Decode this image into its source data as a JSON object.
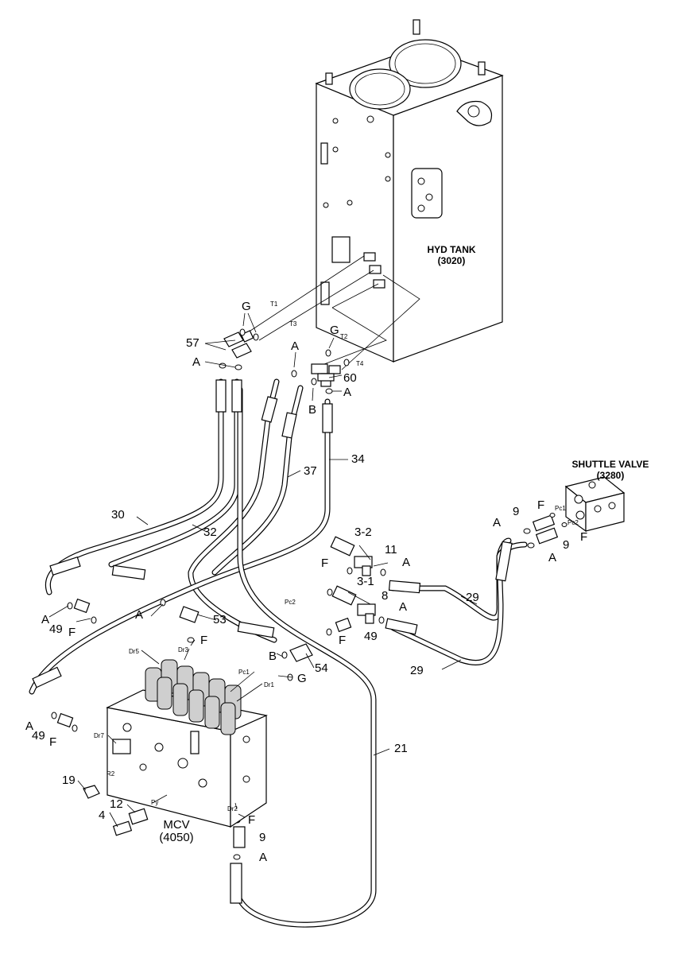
{
  "components": {
    "tank_name": "HYD TANK",
    "tank_code": "(3020)",
    "shuttle_name": "SHUTTLE VALVE",
    "shuttle_code": "(3280)",
    "mcv_name": "MCV",
    "mcv_code": "(4050)"
  },
  "callouts": {
    "c_G1": "G",
    "c_T1": "T1",
    "c_T3": "T3",
    "c_G2": "G",
    "c_T2": "T2",
    "c_T4": "T4",
    "c_57": "57",
    "c_A1": "A",
    "c_A2": "A",
    "c_60": "60",
    "c_A3": "A",
    "c_B1": "B",
    "c_34": "34",
    "c_37": "37",
    "c_30": "30",
    "c_32": "32",
    "c_3_2": "3-2",
    "c_11": "11",
    "c_F1": "F",
    "c_A4": "A",
    "c_3_1": "3-1",
    "c_8": "8",
    "c_Pc2a": "Pc2",
    "c_A5": "A",
    "c_49a": "49",
    "c_F2": "F",
    "c_A6": "A",
    "c_53": "53",
    "c_F3": "F",
    "c_Dr3": "Dr3",
    "c_Dr5": "Dr5",
    "c_B2": "B",
    "c_F4": "F",
    "c_49b": "49",
    "c_54": "54",
    "c_Pc1a": "Pc1",
    "c_G3": "G",
    "c_Dr1": "Dr1",
    "c_29a": "29",
    "c_29b": "29",
    "c_A7": "A",
    "c_9a": "9",
    "c_F5": "F",
    "c_Pc1b": "Pc1",
    "c_Pc2b": "Pc2",
    "c_F6": "F",
    "c_9b": "9",
    "c_A8": "A",
    "c_A9": "A",
    "c_49c": "49",
    "c_F7": "F",
    "c_Dr7": "Dr7",
    "c_21": "21",
    "c_19": "19",
    "c_R2": "R2",
    "c_12": "12",
    "c_Py": "Py",
    "c_4": "4",
    "c_Dr2": "Dr2",
    "c_F8": "F",
    "c_9c": "9",
    "c_A10": "A"
  }
}
